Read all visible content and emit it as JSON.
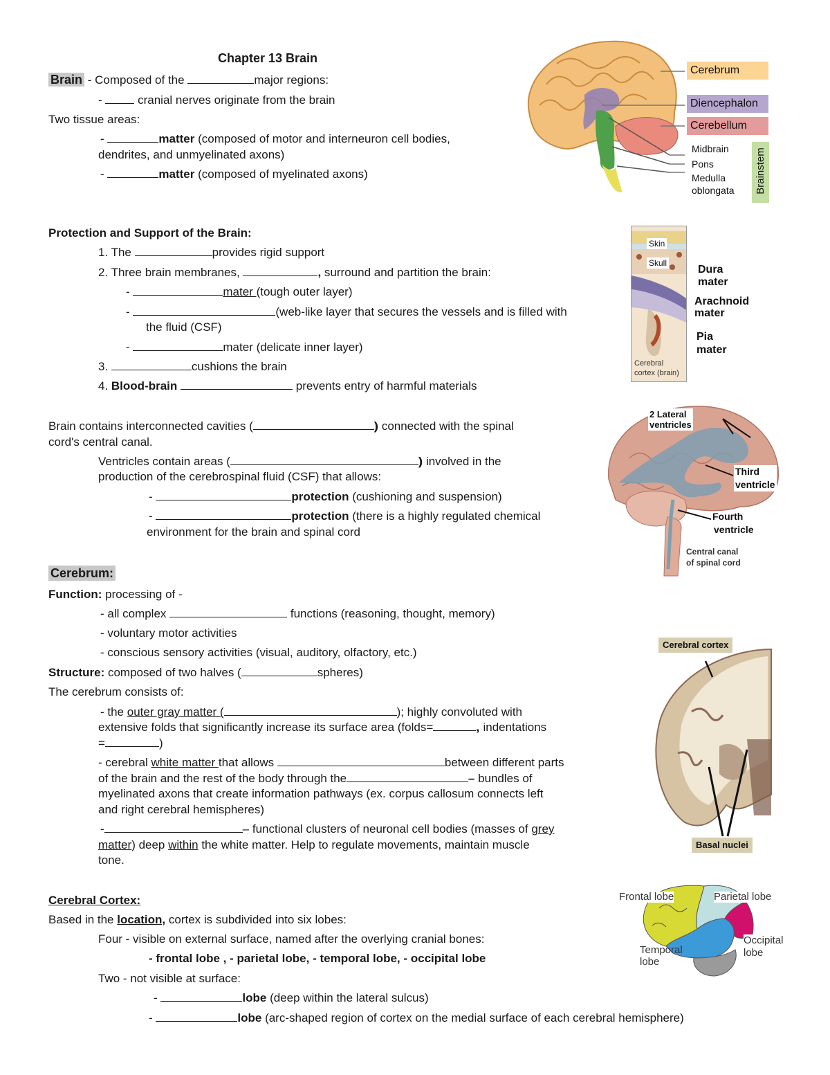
{
  "document": {
    "title": "Chapter 13 Brain",
    "brain_section": {
      "heading": "Brain",
      "line1_pre": " - Composed of the ",
      "line1_post": "major regions:",
      "line2_pre": "- ",
      "line2_post": " cranial nerves originate from the brain",
      "tissue_label": "Two tissue areas:",
      "tissue1_pre": "- ",
      "tissue1_bold": "matter",
      "tissue1_post": " (composed of motor and interneuron cell bodies,",
      "tissue1_cont": "dendrites, and unmyelinated axons)",
      "tissue2_pre": "- ",
      "tissue2_bold": "matter",
      "tissue2_post": " (composed of myelinated axons)"
    },
    "protection_section": {
      "heading": "Protection and Support of the Brain:",
      "item1_pre": "1. The ",
      "item1_post": "provides rigid support",
      "item2_pre": "2. Three brain membranes, ",
      "item2_comma": ",",
      "item2_post": " surround and partition the brain:",
      "sub1_pre": "- ",
      "sub1_u": "mater ",
      "sub1_post": "(tough outer layer)",
      "sub2_pre": "- ",
      "sub2_post": "(web-like layer that secures the vessels and is filled with",
      "sub2_cont": "the fluid (CSF)",
      "sub3_pre": "- ",
      "sub3_post": "mater (delicate inner layer)",
      "item3_pre": "3. ",
      "item3_post": "cushions the brain",
      "item4_pre": "4. ",
      "item4_bold": "Blood-brain",
      "item4_post": " prevents entry of harmful materials"
    },
    "ventricles_section": {
      "line1_pre": "Brain contains interconnected cavities (",
      "line1_post": ") connected with the spinal",
      "line1_cont": "cord's central canal.",
      "line2_pre": "Ventricles contain areas (",
      "line2_post": ") involved in the",
      "line2_cont": "production of the cerebrospinal fluid (CSF) that allows:",
      "prot1_pre": "- ",
      "prot1_bold": "protection",
      "prot1_post": " (cushioning and suspension)",
      "prot2_pre": "- ",
      "prot2_bold": "protection",
      "prot2_post": " (there is a highly regulated chemical",
      "prot2_cont": "environment for the brain and spinal cord"
    },
    "cerebrum_section": {
      "heading": "Cerebrum:",
      "function_label": "Function:",
      "function_text": " processing of -",
      "f1_pre": "- all complex ",
      "f1_post": " functions (reasoning, thought, memory)",
      "f2": "- voluntary motor activities",
      "f3": "- conscious sensory activities  (visual, auditory, olfactory, etc.)",
      "structure_label": "Structure:",
      "structure_pre": " composed of two halves (",
      "structure_post": "spheres)",
      "consists": "The cerebrum consists of:",
      "c1_pre": "- the ",
      "c1_u": "outer gray matter (",
      "c1_post": "); highly convoluted with",
      "c1_line2_pre": "extensive folds that significantly increase its surface area (folds=",
      "c1_line2_post": ",  indentations",
      "c1_line3_pre": "=",
      "c1_line3_post": ")",
      "c2_pre": "- cerebral ",
      "c2_u": "white matter ",
      "c2_mid": "that allows ",
      "c2_post": "between different parts",
      "c2_line2_pre": "of the brain and the rest of the body through the",
      "c2_line2_dash": " –",
      "c2_line2_post": " bundles of",
      "c2_line3": "myelinated axons that create information pathways (ex. corpus callosum connects left",
      "c2_line4": "and right cerebral hemispheres)",
      "c3_pre": "-",
      "c3_post": "– functional clusters of neuronal cell bodies (masses of ",
      "c3_u1": "grey",
      "c3_line2_u": "matter",
      "c3_line2_mid": ") deep ",
      "c3_line2_u2": "within",
      "c3_line2_post": " the white matter. Help to regulate movements, maintain muscle",
      "c3_line3": "tone."
    },
    "cortex_section": {
      "heading": "Cerebral Cortex:",
      "line1_pre": "Based in the ",
      "line1_bold": "location,",
      "line1_post": " cortex is subdivided into six lobes:",
      "four": "Four - visible on external surface, named after the overlying cranial bones:",
      "lobes": "- frontal lobe ,  - parietal lobe,  - temporal lobe, - occipital lobe",
      "two": "Two - not visible at surface:",
      "l1_pre": "- ",
      "l1_bold": "lobe",
      "l1_post": " (deep within the lateral sulcus)",
      "l2_pre": "-  ",
      "l2_bold": "lobe",
      "l2_post": " (arc-shaped region of cortex on the medial surface of each cerebral hemisphere)"
    }
  },
  "figures": {
    "brain_regions": {
      "labels": {
        "cerebrum": "Cerebrum",
        "diencephalon": "Diencephalon",
        "cerebellum": "Cerebellum",
        "midbrain": "Midbrain",
        "pons": "Pons",
        "medulla1": "Medulla",
        "medulla2": "oblongata",
        "brainstem": "Brainstem"
      },
      "colors": {
        "cerebrum": "#fcd493",
        "diencephalon": "#b6a6cf",
        "cerebellum": "#e39b9b",
        "brainstem": "#c4dfa4"
      }
    },
    "meninges": {
      "labels": {
        "skin": "Skin",
        "skull": "Skull",
        "dura1": "Dura",
        "dura2": "mater",
        "arach1": "Arachnoid",
        "arach2": "mater",
        "pia1": "Pia",
        "pia2": "mater",
        "cortex1": "Cerebral",
        "cortex2": "cortex (brain)"
      }
    },
    "ventricles": {
      "labels": {
        "lateral1": "2 Lateral",
        "lateral2": "ventricles",
        "third1": "Third",
        "third2": "ventricle",
        "fourth1": "Fourth",
        "fourth2": "ventricle",
        "canal1": "Central canal",
        "canal2": "of spinal cord"
      }
    },
    "coronal": {
      "labels": {
        "cortex": "Cerebral cortex",
        "basal": "Basal nuclei"
      }
    },
    "lobes": {
      "labels": {
        "frontal": "Frontal lobe",
        "parietal": "Parietal lobe",
        "temporal1": "Temporal",
        "temporal2": "lobe",
        "occipital1": "Occipital",
        "occipital2": "lobe"
      },
      "colors": {
        "frontal": "#d7d934",
        "parietal": "#bfe0e0",
        "temporal": "#3d9ad9",
        "occipital": "#d0106a"
      }
    }
  }
}
